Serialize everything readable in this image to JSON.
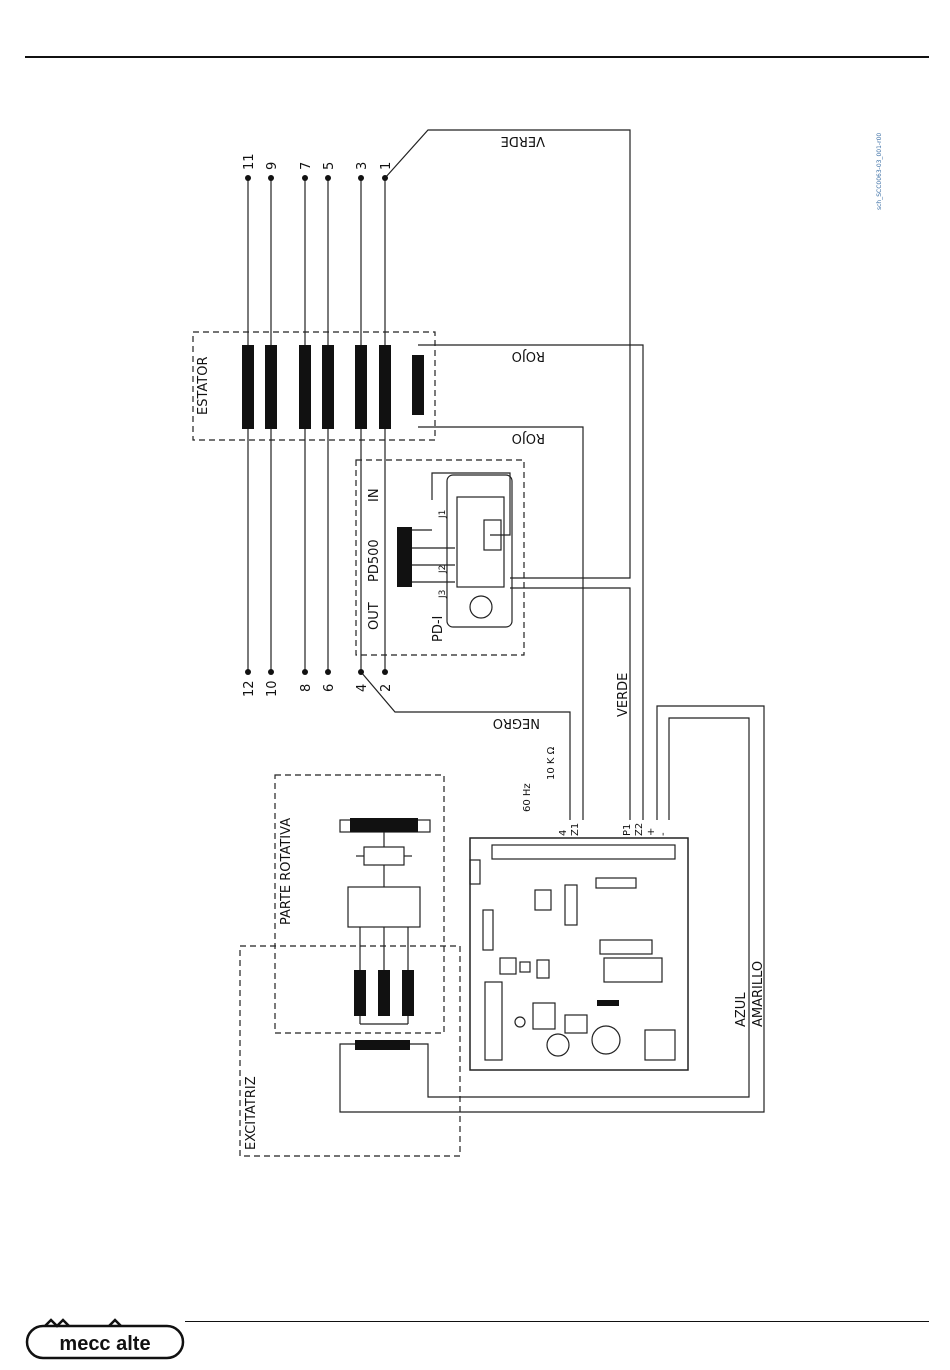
{
  "terminals_top": [
    "11",
    "9",
    "7",
    "5",
    "3",
    "1"
  ],
  "terminals_bottom": [
    "12",
    "10",
    "8",
    "6",
    "4",
    "2"
  ],
  "labels": {
    "estator": "ESTATOR",
    "parte_rotativa": "PARTE ROTATIVA",
    "excitatriz": "EXCITATRIZ",
    "pd500": "PD500",
    "pd_i": "PD-I",
    "in": "IN",
    "out": "OUT",
    "j1": "J1",
    "j2": "J2",
    "j3": "J3"
  },
  "wires": {
    "verde_top": "VERDE",
    "verde_mid": "VERDE",
    "rojo_1": "ROJO",
    "rojo_2": "ROJO",
    "negro": "NEGRO",
    "azul": "AZUL",
    "amarillo": "AMARILLO"
  },
  "regulator_terminals": {
    "hz": "60 Hz",
    "pot": "10 K Ω",
    "t4": "4",
    "z1": "Z1",
    "p1": "P1",
    "z2": "Z2",
    "plus": "+",
    "minus": "-"
  },
  "doc_ref": "sch_SCC0063-03_001-r00",
  "logo_text": "mecc alte"
}
